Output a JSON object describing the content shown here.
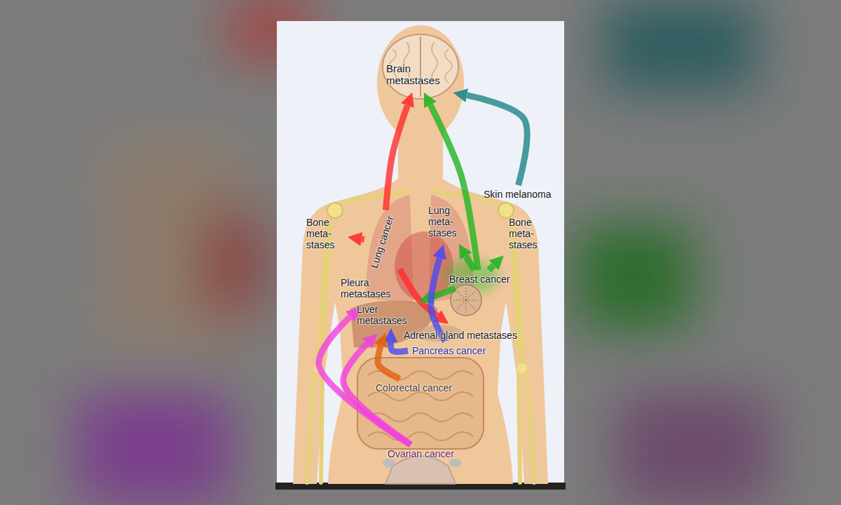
{
  "diagram": {
    "nodes": [
      {
        "text": [
          "Brain metastases"
        ]
      },
      {
        "text": [
          "Skin melanoma"
        ]
      },
      {
        "text": [
          "Bone meta- stases"
        ]
      },
      {
        "text": [
          "Lung meta- stases"
        ]
      },
      {
        "text": [
          "Bone meta- stases"
        ]
      },
      {
        "text": [
          "Lung cancer"
        ]
      },
      {
        "text": [
          "Pleura metastases"
        ]
      },
      {
        "text": [
          "Breast cancer"
        ]
      },
      {
        "text": [
          "Liver metastases"
        ]
      },
      {
        "text": [
          "Adrenal gland metastases"
        ]
      },
      {
        "text": [
          "Pancreas cancer"
        ]
      },
      {
        "text": [
          "Colorectal cancer"
        ]
      },
      {
        "text": [
          "Ovarian cancer"
        ]
      }
    ],
    "edges": [
      {
        "from": 5,
        "to": 0,
        "arrow": "to"
      },
      {
        "from": 5,
        "to": 2,
        "arrow": "to"
      },
      {
        "from": 5,
        "to": 9,
        "arrow": "to"
      },
      {
        "from": 7,
        "to": 0,
        "arrow": "to"
      },
      {
        "from": 7,
        "to": 4,
        "arrow": "to"
      },
      {
        "from": 7,
        "to": 3,
        "arrow": "to"
      },
      {
        "from": 7,
        "to": 8,
        "arrow": "to"
      },
      {
        "from": 1,
        "to": 0,
        "arrow": "to"
      },
      {
        "from": 10,
        "to": 3,
        "arrow": "to"
      },
      {
        "from": 10,
        "to": 8,
        "arrow": "to"
      },
      {
        "from": 11,
        "to": 8,
        "arrow": "to"
      },
      {
        "from": 12,
        "to": 6,
        "arrow": "to"
      },
      {
        "from": 12,
        "to": 8,
        "arrow": "to"
      }
    ]
  }
}
